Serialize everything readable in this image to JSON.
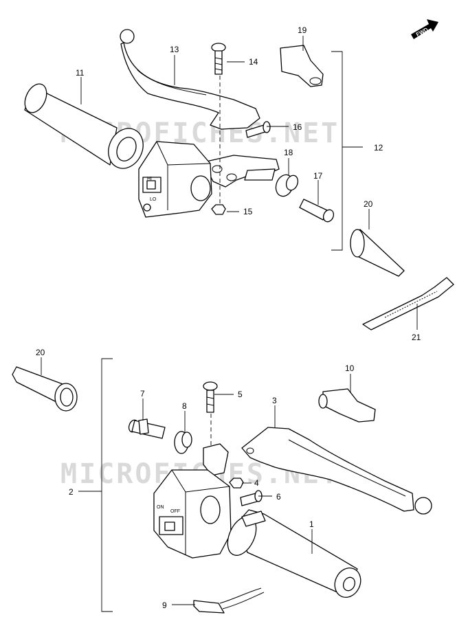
{
  "watermark": "MICROFICHES.NET",
  "fwd_label": "FWD",
  "callouts": {
    "p1": "1",
    "p2": "2",
    "p3": "3",
    "p4": "4",
    "p5": "5",
    "p6": "6",
    "p7": "7",
    "p8": "8",
    "p9": "9",
    "p10": "10",
    "p11": "11",
    "p12": "12",
    "p13": "13",
    "p14": "14",
    "p15": "15",
    "p16": "16",
    "p17": "17",
    "p18": "18",
    "p19": "19",
    "p20a": "20",
    "p20b": "20",
    "p21": "21"
  },
  "switch_marks": {
    "top_lo": "LO",
    "top_hi": "HI",
    "bottom_on": "ON",
    "bottom_off": "OFF"
  }
}
